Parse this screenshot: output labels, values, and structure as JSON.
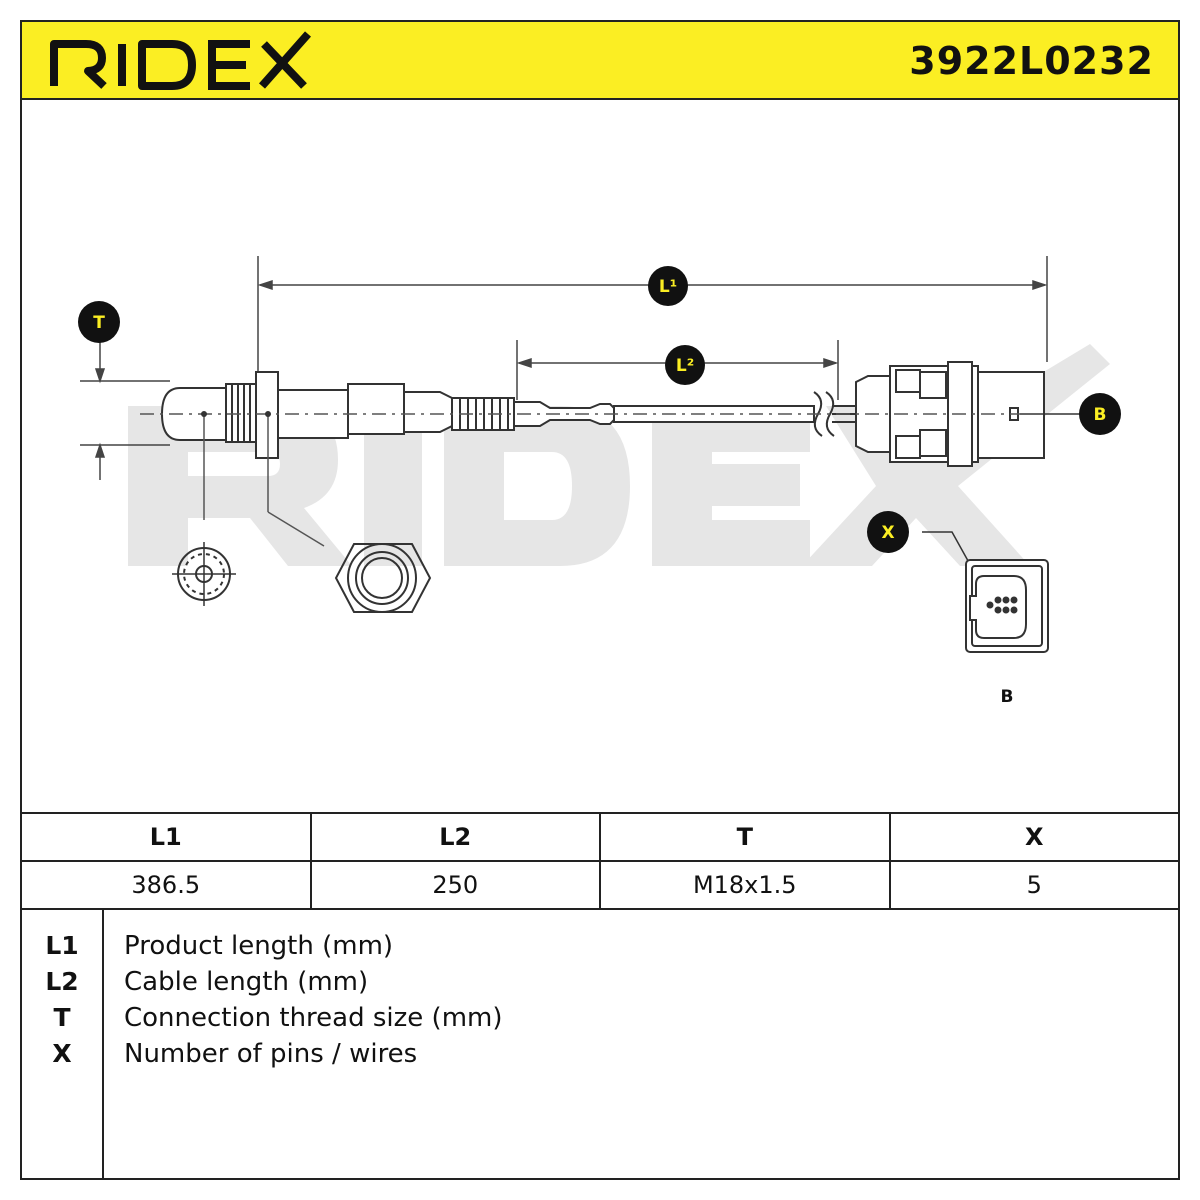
{
  "header": {
    "brand": "RIDEX",
    "part_number": "3922L0232",
    "background_color": "#fbee23"
  },
  "diagram": {
    "watermark": "RIDEX",
    "callouts": {
      "T": "T",
      "B": "B",
      "X": "X",
      "L1": "L¹",
      "L2": "L²"
    },
    "connector_caption": "B"
  },
  "spec_table": {
    "headers": [
      "L1",
      "L2",
      "T",
      "X"
    ],
    "values": [
      "386.5",
      "250",
      "M18x1.5",
      "5"
    ]
  },
  "legend": [
    {
      "key": "L1",
      "text": "Product length (mm)"
    },
    {
      "key": "L2",
      "text": "Cable length (mm)"
    },
    {
      "key": "T",
      "text": "Connection thread size (mm)"
    },
    {
      "key": "X",
      "text": "Number of pins / wires"
    }
  ]
}
